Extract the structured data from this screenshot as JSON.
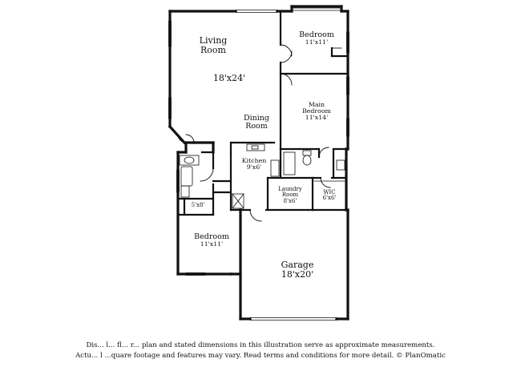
{
  "rooms": {
    "living": {
      "name_line1": "Living",
      "name_line2": "Room",
      "dims": "18'x24'"
    },
    "dining": {
      "name_line1": "Dining",
      "name_line2": "Room"
    },
    "bedroom_top": {
      "name": "Bedroom",
      "dims": "11'x11'"
    },
    "main_bedroom": {
      "name_line1": "Main",
      "name_line2": "Bedroom",
      "dims": "11'x14'"
    },
    "kitchen": {
      "name": "Kitchen",
      "dims": "9'x6'"
    },
    "laundry": {
      "name_line1": "Laundry",
      "name_line2": "Room",
      "dims": "8'x6'"
    },
    "wic": {
      "name": "WIC",
      "dims": "6'x6'"
    },
    "closet": {
      "dims": "5'x8'"
    },
    "bedroom_bottom": {
      "name": "Bedroom",
      "dims": "11'x11'"
    },
    "garage": {
      "name": "Garage",
      "dims": "18'x20'"
    }
  },
  "disclaimer": {
    "line1": "Dis... l... fl... r... plan and stated dimensions in this illustration serve as approximate measurements.",
    "line2": "Actu... l ...quare footage and features may vary. Read terms and conditions for more detail. © PlanOmatic"
  }
}
